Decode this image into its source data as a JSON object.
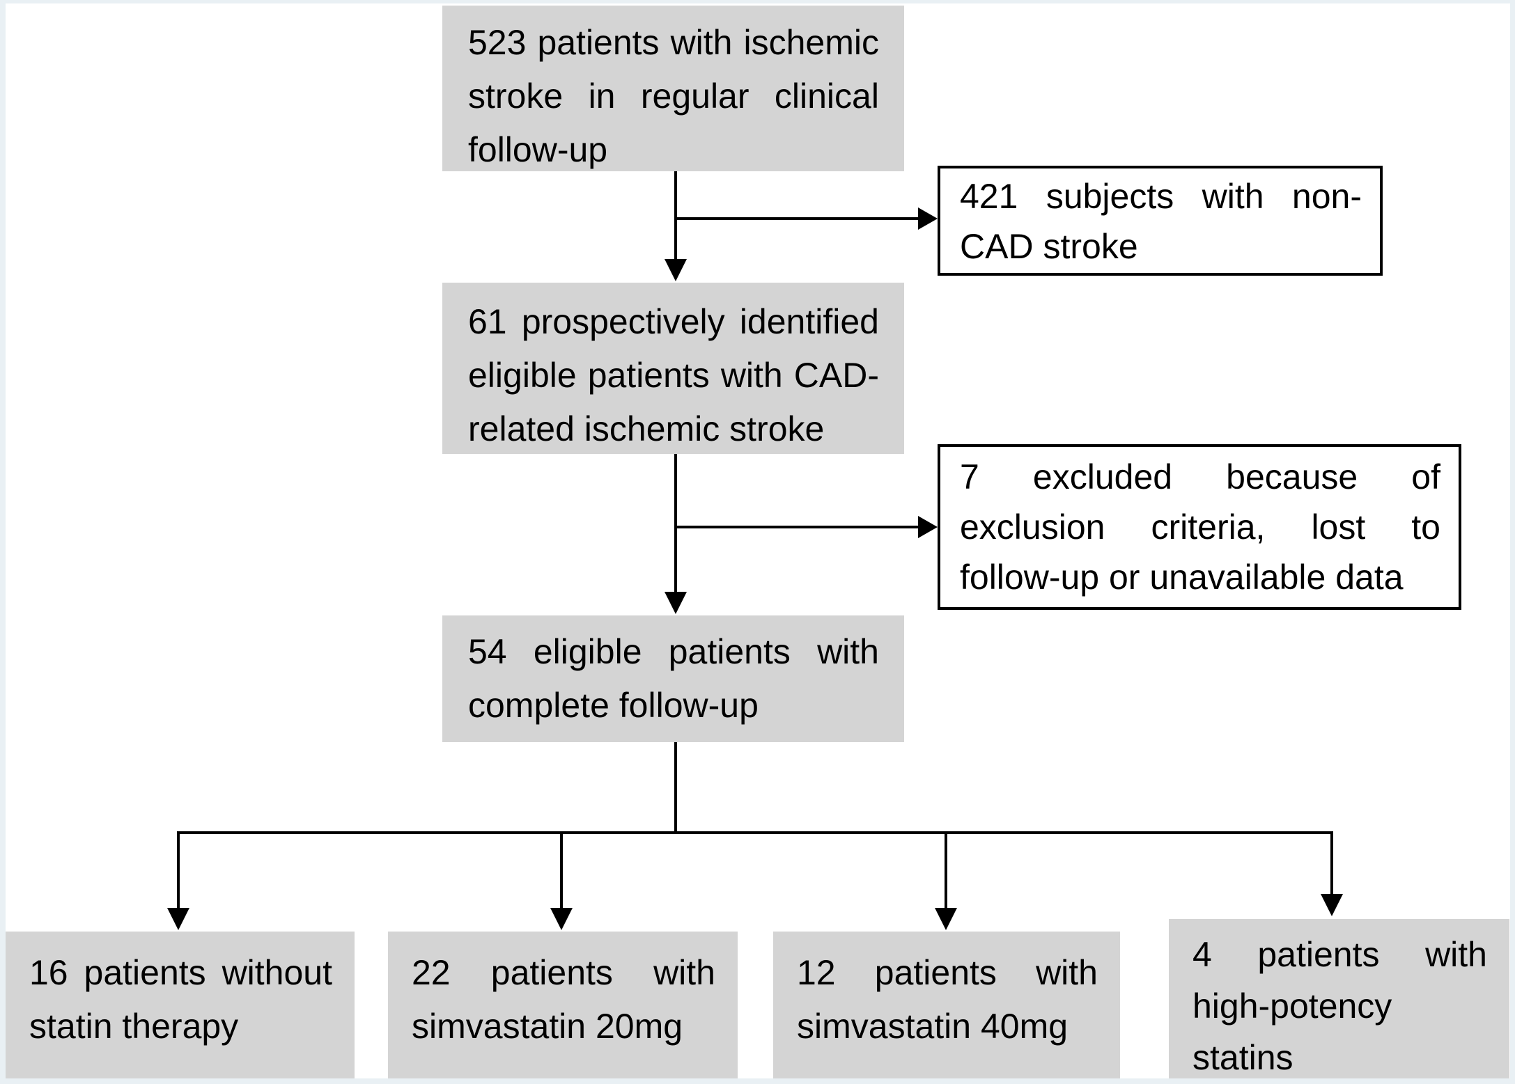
{
  "frame": {
    "border_color": "#e9f0f4",
    "background": "#ffffff"
  },
  "style": {
    "node_fill": "#d4d4d4",
    "exclusion_node_fill": "#ffffff",
    "exclusion_node_border": "#000000",
    "text_color": "#000000",
    "connector_color": "#000000"
  },
  "nodes": {
    "enrolled": {
      "count": 523,
      "lines": [
        "523 patients with ischemic",
        "stroke in regular clinical",
        "follow-up"
      ]
    },
    "non_cad_excluded": {
      "count": 421,
      "lines": [
        "421 subjects with non-",
        "CAD stroke"
      ]
    },
    "cad_eligible": {
      "count": 61,
      "lines": [
        "61 prospectively identified",
        "eligible patients with CAD-",
        "related ischemic stroke"
      ]
    },
    "criteria_excluded": {
      "count": 7,
      "lines": [
        "7 excluded because of",
        "exclusion criteria, lost to",
        "follow-up or unavailable data"
      ]
    },
    "complete_followup": {
      "count": 54,
      "lines": [
        "54 eligible patients with",
        "complete follow-up"
      ]
    },
    "no_statin": {
      "count": 16,
      "lines": [
        "16 patients without",
        "statin therapy"
      ]
    },
    "simvastatin_20mg": {
      "count": 22,
      "lines": [
        "22 patients with",
        "simvastatin 20mg"
      ]
    },
    "simvastatin_40mg": {
      "count": 12,
      "lines": [
        "12 patients with",
        "simvastatin 40mg"
      ]
    },
    "high_potency_statins": {
      "count": 4,
      "lines": [
        "4 patients with",
        "high-potency",
        "statins"
      ]
    }
  }
}
